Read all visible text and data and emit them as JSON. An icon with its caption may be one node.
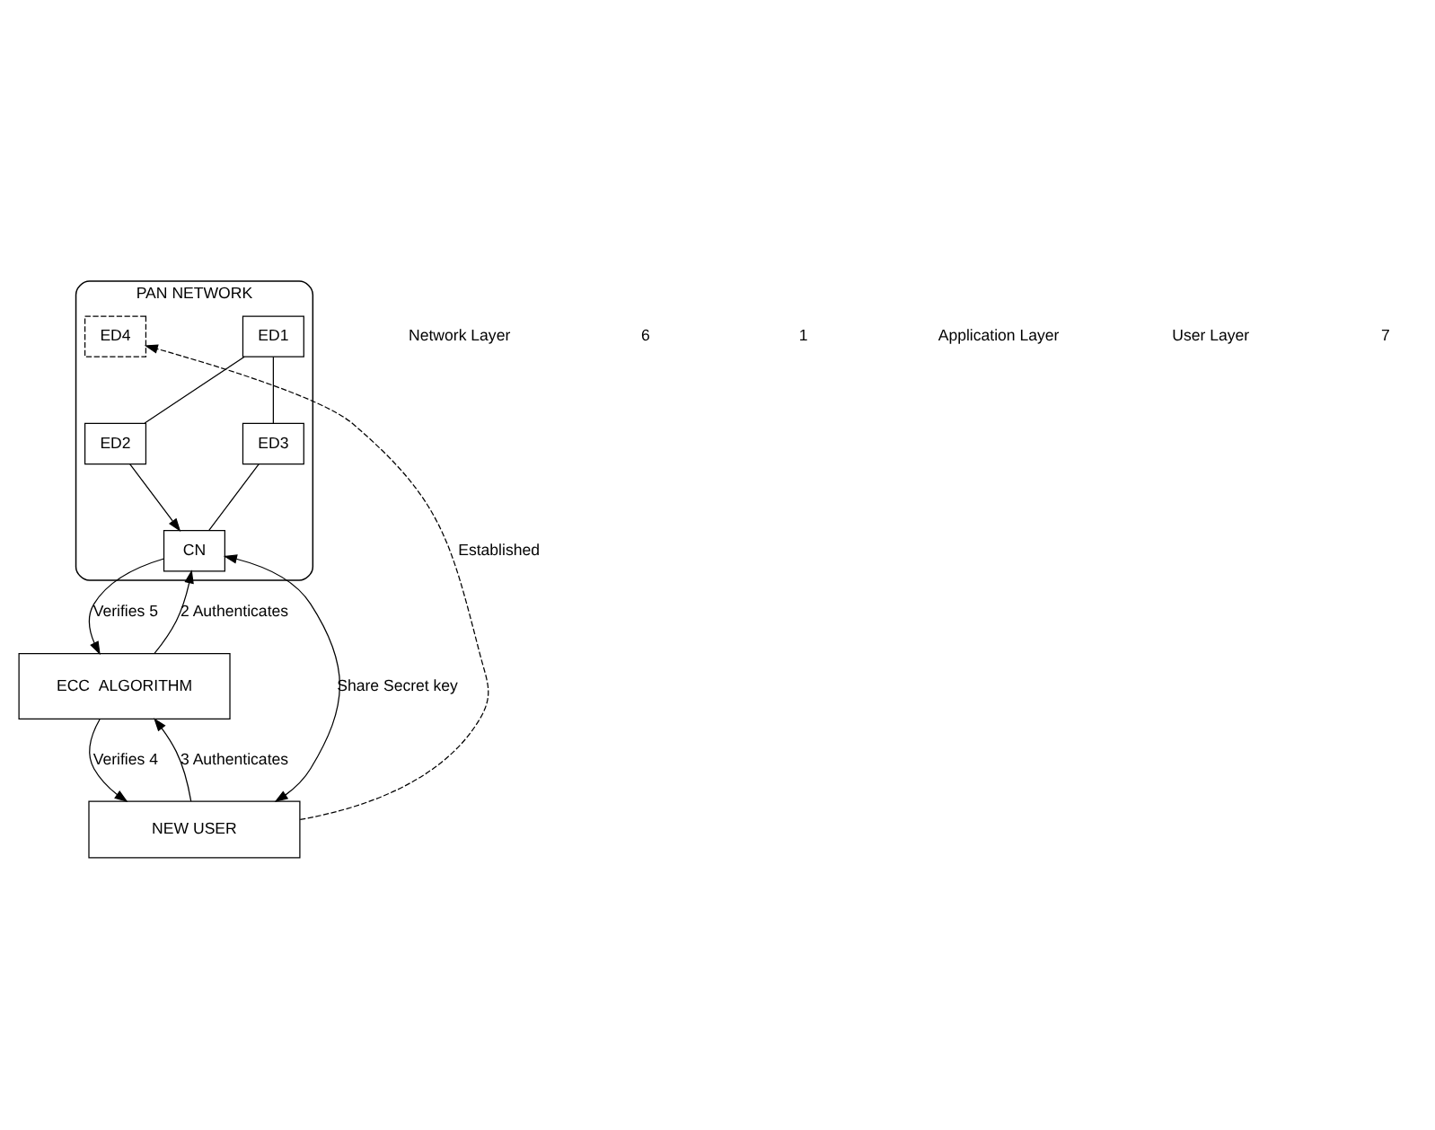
{
  "diagram": {
    "nodes": [
      {
        "text": [
          "PAN NETWORK"
        ]
      },
      {
        "text": [
          "ED1"
        ],
        "in": 0
      },
      {
        "text": [
          "ED2"
        ],
        "in": 0
      },
      {
        "text": [
          "ED3"
        ],
        "in": 0
      },
      {
        "text": [
          "ED4"
        ],
        "in": 0
      },
      {
        "text": [
          "CN"
        ],
        "in": 0
      },
      {
        "text": [
          "ECC  ALGORITHM"
        ]
      },
      {
        "text": [
          "NEW USER"
        ]
      }
    ],
    "edges": [
      {
        "from": 1,
        "to": 2,
        "arrow": "none"
      },
      {
        "from": 1,
        "to": 3,
        "arrow": "none"
      },
      {
        "from": 2,
        "to": 5,
        "arrow": "to"
      },
      {
        "from": 3,
        "to": 5,
        "arrow": "none"
      },
      {
        "from": 5,
        "to": 6,
        "arrow": "to",
        "label": "Verifies 5"
      },
      {
        "from": 6,
        "to": 5,
        "arrow": "to",
        "label": "2 Authenticates"
      },
      {
        "from": 6,
        "to": 7,
        "arrow": "to",
        "label": "Verifies 4"
      },
      {
        "from": 7,
        "to": 6,
        "arrow": "to",
        "label": "3 Authenticates"
      },
      {
        "from": 7,
        "to": 5,
        "arrow": "both",
        "label": "Share Secret key"
      },
      {
        "from": 7,
        "to": 4,
        "arrow": "to",
        "label": "Established",
        "style": "dashed"
      }
    ],
    "labels": [
      "Network Layer",
      "6",
      "1",
      "Application Layer",
      "User Layer",
      "7"
    ]
  }
}
